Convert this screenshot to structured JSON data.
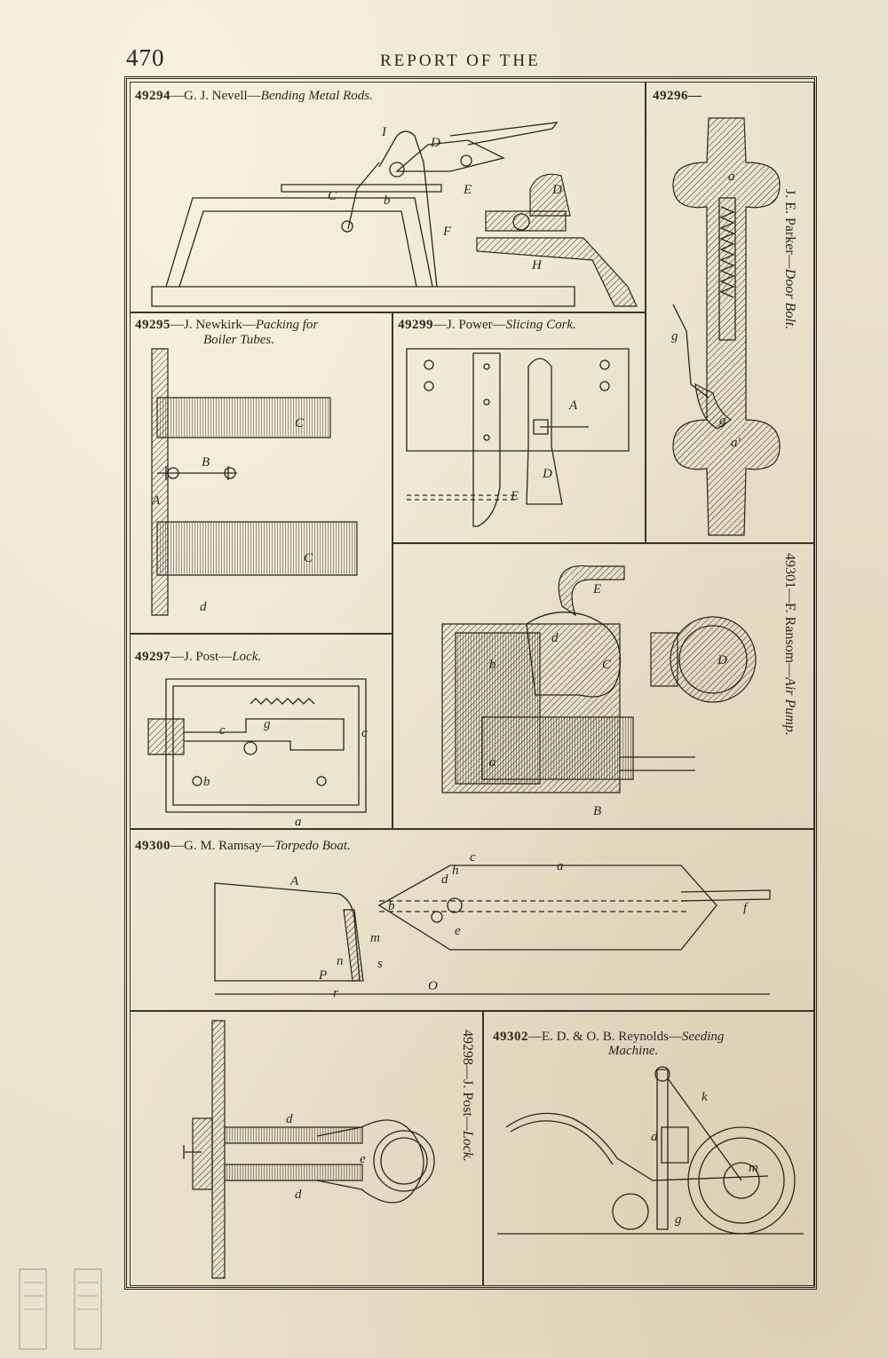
{
  "header": {
    "page_number": "470",
    "running_head": "REPORT OF THE"
  },
  "figures": {
    "fig49294": {
      "number": "49294",
      "inventor": "—G. J. Nevell—",
      "title": "Bending Metal Rods.",
      "labels": {
        "I": "I",
        "D": "D",
        "C": "C",
        "b": "b",
        "E": "E",
        "F": "F",
        "D2": "D",
        "H": "H"
      }
    },
    "fig49296": {
      "number": "49296—",
      "inventor": "J. E. Parker—",
      "title": "Door Bolt.",
      "labels": {
        "a": "a",
        "g": "g",
        "a2": "a'",
        "g2": "g"
      }
    },
    "fig49295": {
      "number": "49295",
      "inventor": "—J. Newkirk—",
      "title": "Packing for",
      "title2": "Boiler Tubes.",
      "labels": {
        "C": "C",
        "B": "B",
        "A": "A",
        "C2": "C",
        "d": "d"
      }
    },
    "fig49299": {
      "number": "49299",
      "inventor": "—J. Power—",
      "title": "Slicing Cork.",
      "labels": {
        "A": "A",
        "D": "D",
        "E": "E"
      }
    },
    "fig49301": {
      "number": "49301",
      "inventor": "—F. Ransom—",
      "title": "Air Pump.",
      "labels": {
        "E": "E",
        "d": "d",
        "C": "C",
        "D": "D",
        "b": "b",
        "a": "a",
        "B": "B"
      }
    },
    "fig49297": {
      "number": "49297",
      "inventor": "—J. Post—",
      "title": "Lock.",
      "labels": {
        "c": "c",
        "g": "g",
        "c2": "c",
        "b": "b",
        "a": "a"
      }
    },
    "fig49300": {
      "number": "49300",
      "inventor": "—G. M. Ramsay—",
      "title": "Torpedo Boat.",
      "labels": {
        "A": "A",
        "h": "h",
        "c": "c",
        "a": "a",
        "d": "d",
        "b": "b",
        "e": "e",
        "f": "f",
        "m": "m",
        "n": "n",
        "s": "s",
        "P": "P",
        "O": "O",
        "r": "r"
      }
    },
    "fig49298": {
      "number": "49298",
      "inventor": "—J. Post—",
      "title": "Lock.",
      "labels": {
        "d": "d",
        "e": "e",
        "d2": "d"
      }
    },
    "fig49302": {
      "number": "49302",
      "inventor": "—E. D. & O. B. Reynolds—",
      "title": "Seeding",
      "title2": "Machine.",
      "labels": {
        "k": "k",
        "d": "d",
        "m": "m",
        "g": "g"
      }
    }
  }
}
